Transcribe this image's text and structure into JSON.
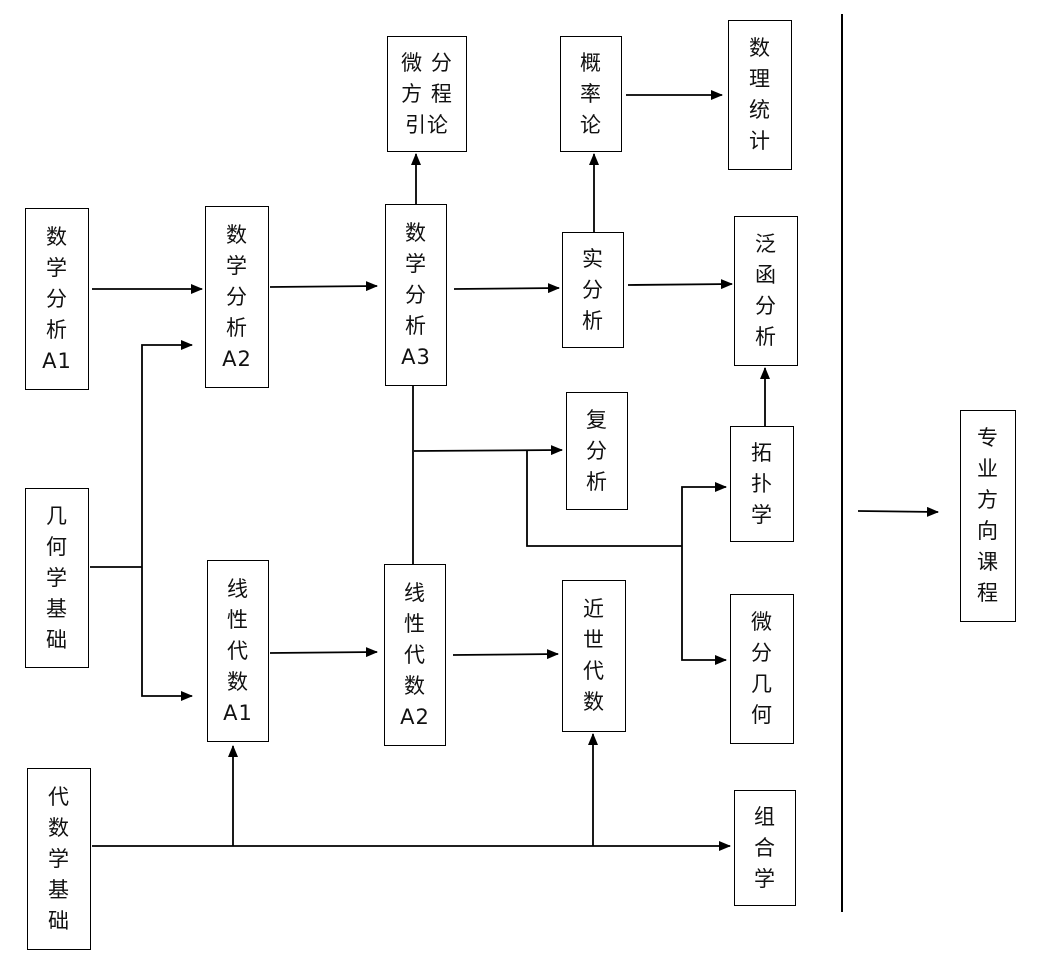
{
  "diagram": {
    "nodes": [
      {
        "id": "math_analysis_a1",
        "label": "数\n学\n分\n析\nA1"
      },
      {
        "id": "geometry_basics",
        "label": "几\n何\n学\n基\n础"
      },
      {
        "id": "algebra_basics",
        "label": "代\n数\n学\n基\n础"
      },
      {
        "id": "math_analysis_a2",
        "label": "数\n学\n分\n析\nA2"
      },
      {
        "id": "linear_algebra_a1",
        "label": "线\n性\n代\n数\nA1"
      },
      {
        "id": "math_analysis_a3",
        "label": "数\n学\n分\n析\nA3"
      },
      {
        "id": "linear_algebra_a2",
        "label": "线\n性\n代\n数\nA2"
      },
      {
        "id": "differential_equations_intro",
        "label": "微 分\n方 程\n引论"
      },
      {
        "id": "probability_theory",
        "label": "概\n率\n论"
      },
      {
        "id": "real_analysis",
        "label": "实\n分\n析"
      },
      {
        "id": "complex_analysis",
        "label": "复\n分\n析"
      },
      {
        "id": "modern_algebra",
        "label": "近\n世\n代\n数"
      },
      {
        "id": "mathematical_statistics",
        "label": "数\n理\n统\n计"
      },
      {
        "id": "functional_analysis",
        "label": "泛\n函\n分\n析"
      },
      {
        "id": "topology",
        "label": "拓\n扑\n学"
      },
      {
        "id": "differential_geometry",
        "label": "微\n分\n几\n何"
      },
      {
        "id": "combinatorics",
        "label": "组\n合\n学"
      },
      {
        "id": "specialized_courses",
        "label": "专\n业\n方\n向\n课\n程"
      }
    ],
    "edges": [
      {
        "from": "math_analysis_a1",
        "to": "math_analysis_a2"
      },
      {
        "from": "geometry_basics",
        "to": "math_analysis_a2"
      },
      {
        "from": "geometry_basics",
        "to": "linear_algebra_a1"
      },
      {
        "from": "algebra_basics",
        "to": "linear_algebra_a1"
      },
      {
        "from": "algebra_basics",
        "to": "modern_algebra"
      },
      {
        "from": "algebra_basics",
        "to": "combinatorics"
      },
      {
        "from": "math_analysis_a2",
        "to": "math_analysis_a3"
      },
      {
        "from": "linear_algebra_a1",
        "to": "linear_algebra_a2"
      },
      {
        "from": "math_analysis_a3",
        "to": "differential_equations_intro"
      },
      {
        "from": "math_analysis_a3",
        "to": "real_analysis"
      },
      {
        "from": "math_analysis_a3",
        "to": "complex_analysis"
      },
      {
        "from": "math_analysis_a3",
        "to": "topology"
      },
      {
        "from": "math_analysis_a3",
        "to": "differential_geometry"
      },
      {
        "from": "linear_algebra_a2",
        "to": "complex_analysis"
      },
      {
        "from": "linear_algebra_a2",
        "to": "modern_algebra"
      },
      {
        "from": "real_analysis",
        "to": "probability_theory"
      },
      {
        "from": "real_analysis",
        "to": "functional_analysis"
      },
      {
        "from": "probability_theory",
        "to": "mathematical_statistics"
      },
      {
        "from": "topology",
        "to": "functional_analysis"
      },
      {
        "from": "upstream_courses",
        "to": "specialized_courses"
      }
    ],
    "colors": {
      "stroke": "#000000",
      "fill": "#ffffff",
      "text": "#111111"
    }
  }
}
